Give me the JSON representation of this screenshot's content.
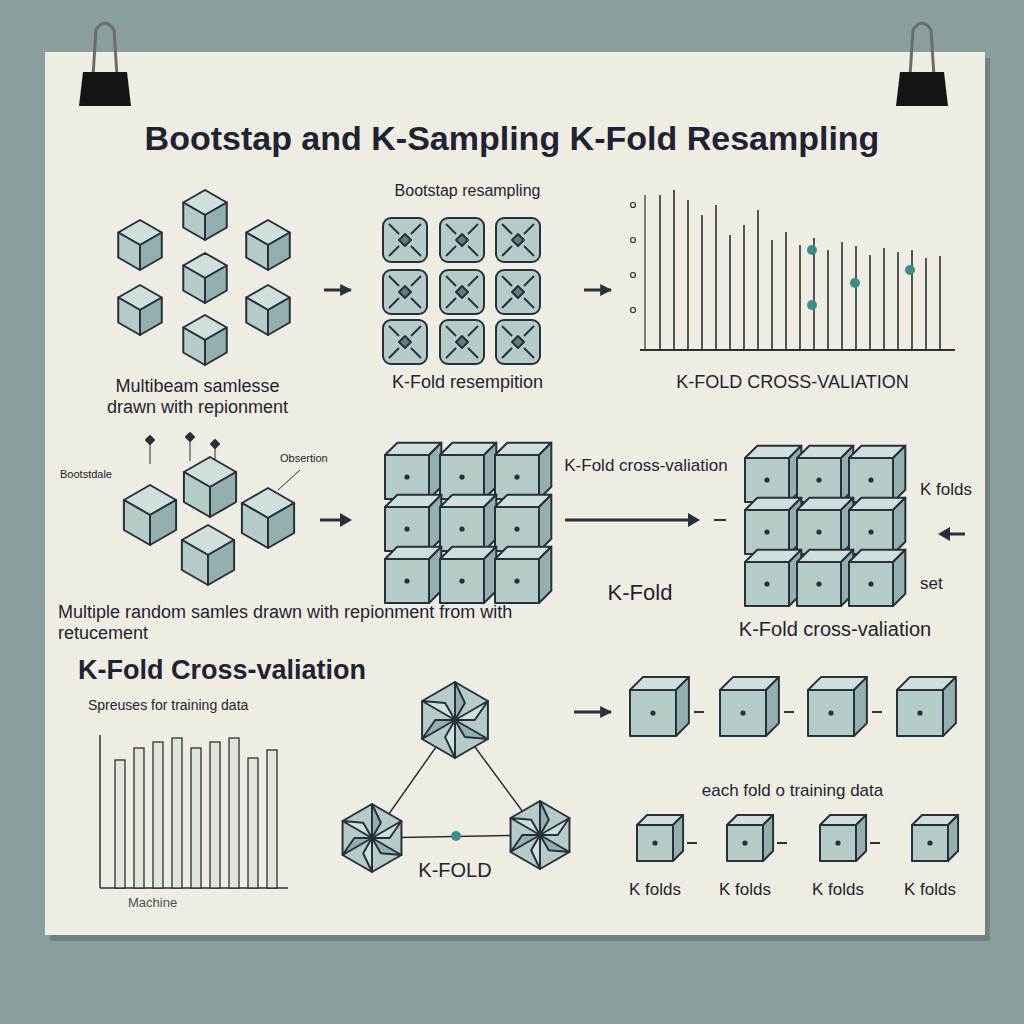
{
  "diagram": {
    "title": "Bootstap and K-Sampling K-Fold Resampling",
    "nodes": [
      {
        "text": [
          "Multibeam samlesse drawn with repionment"
        ]
      },
      {
        "text": [
          "Bootstap resampling",
          "K-Fold resempition"
        ]
      },
      {
        "text": [
          "K-FOLD CROSS-VALIATION"
        ]
      },
      {
        "text": [
          "K-FOLD"
        ]
      },
      {
        "text": [
          "each fold o training data"
        ]
      }
    ],
    "edges": [
      {
        "from": 0,
        "to": 1,
        "arrow": "to"
      },
      {
        "from": 1,
        "to": 2,
        "arrow": "to"
      },
      {
        "from": 3,
        "to": 4,
        "arrow": "to"
      }
    ],
    "labels": [
      "Bootstdale",
      "Obsertion",
      "Multiple random samles drawn with repionment from with retucement",
      "K-Fold cross-valiation",
      "K-Fold",
      "K folds",
      "set",
      "K-Fold cross-valiation",
      "K-Fold Cross-valiation",
      "Spreuses for training data",
      "Machine",
      "K folds",
      "K folds",
      "K folds",
      "K folds"
    ]
  }
}
